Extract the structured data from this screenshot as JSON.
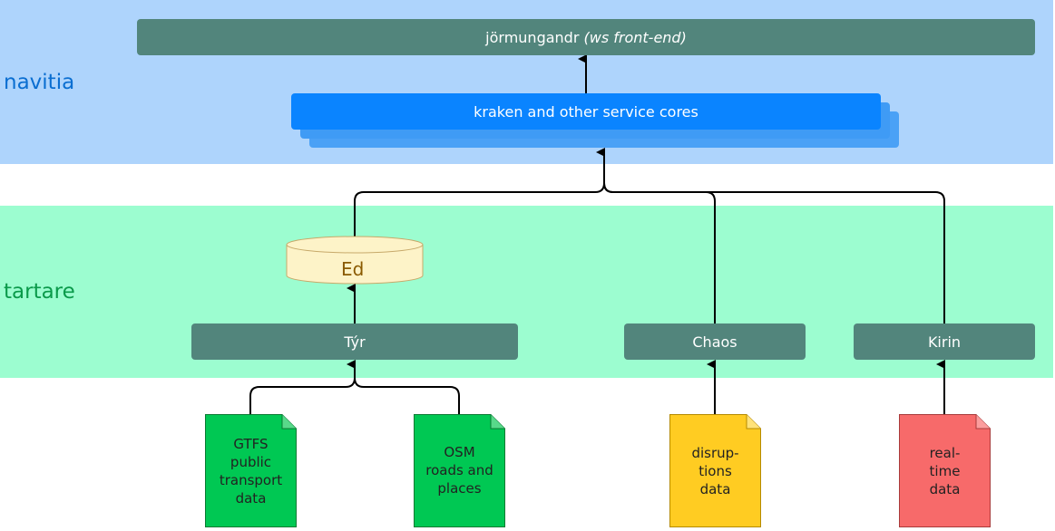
{
  "layers": {
    "navitia": "navitia",
    "tartare": "tartare"
  },
  "jormungandr": {
    "name": "jörmungandr",
    "subtitle": "(ws front-end)"
  },
  "kraken": {
    "label": "kraken and other service cores"
  },
  "database": {
    "label": "Ed"
  },
  "tyr": {
    "label": "Týr"
  },
  "chaos": {
    "label": "Chaos"
  },
  "kirin": {
    "label": "Kirin"
  },
  "documents": {
    "gtfs": "GTFS\npublic\ntransport\ndata",
    "osm": "OSM\nroads and\nplaces",
    "disruptions": "disrup-\ntions\ndata",
    "realtime": "real-\ntime\ndata"
  },
  "colors": {
    "navitia_band": "#aed4fc",
    "tartare_band": "#9cfdd0",
    "service_box": "#52857c",
    "kraken_box": "#0a84ff",
    "db": "#fdf3c8",
    "doc_green": "#00c853",
    "doc_yellow": "#ffcc22",
    "doc_red": "#f76a6a"
  }
}
